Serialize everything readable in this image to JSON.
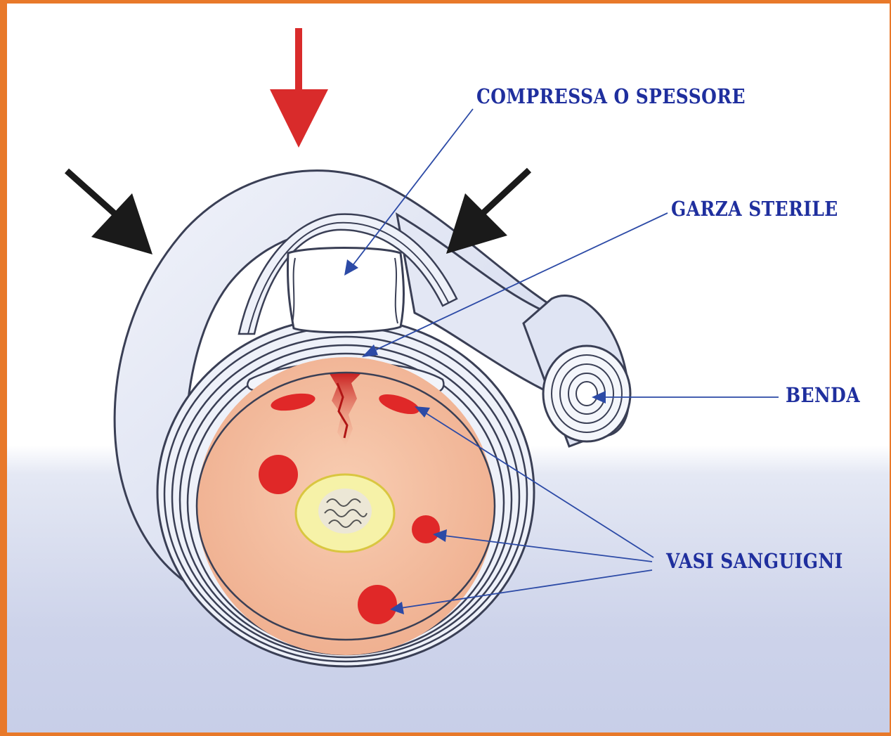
{
  "labels": {
    "compressa": "COMPRESSA O SPESSORE",
    "garza": "GARZA STERILE",
    "benda": "BENDA",
    "vasi": "VASI SANGUIGNI"
  },
  "colors": {
    "frame": "#e8792a",
    "label": "#1f2f9e",
    "pointer": "#2c4aa6",
    "pressure_arrow_red": "#d92b2b",
    "pressure_arrow_black": "#1a1a1a",
    "bandage": "#dfe4f3",
    "tissue": "#f5c0a2",
    "vessel": "#e02828",
    "bone": "#f6f2a8"
  },
  "icons": [
    "pressure-arrow-red",
    "pressure-arrow-left",
    "pressure-arrow-right"
  ]
}
